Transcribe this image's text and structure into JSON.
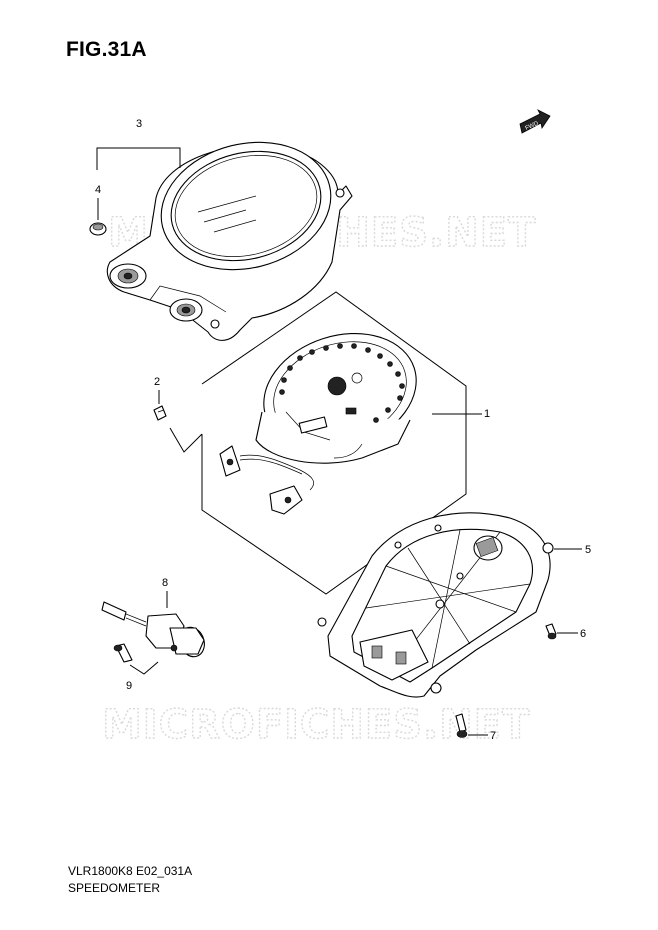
{
  "figure": {
    "title": "FIG.31A"
  },
  "footer": {
    "code": "VLR1800K8 E02_031A",
    "caption": "SPEEDOMETER"
  },
  "watermark": {
    "text": "MICROFICHES.NET"
  },
  "direction_badge": {
    "text": "FWD"
  },
  "callouts": [
    {
      "num": "1",
      "part": "speedometer-assembly"
    },
    {
      "num": "2",
      "part": "screw"
    },
    {
      "num": "3",
      "part": "meter-case"
    },
    {
      "num": "4",
      "part": "grommet"
    },
    {
      "num": "5",
      "part": "meter-bracket"
    },
    {
      "num": "6",
      "part": "bolt"
    },
    {
      "num": "7",
      "part": "bolt"
    },
    {
      "num": "8",
      "part": "speed-sensor"
    },
    {
      "num": "9",
      "part": "bolt"
    }
  ]
}
